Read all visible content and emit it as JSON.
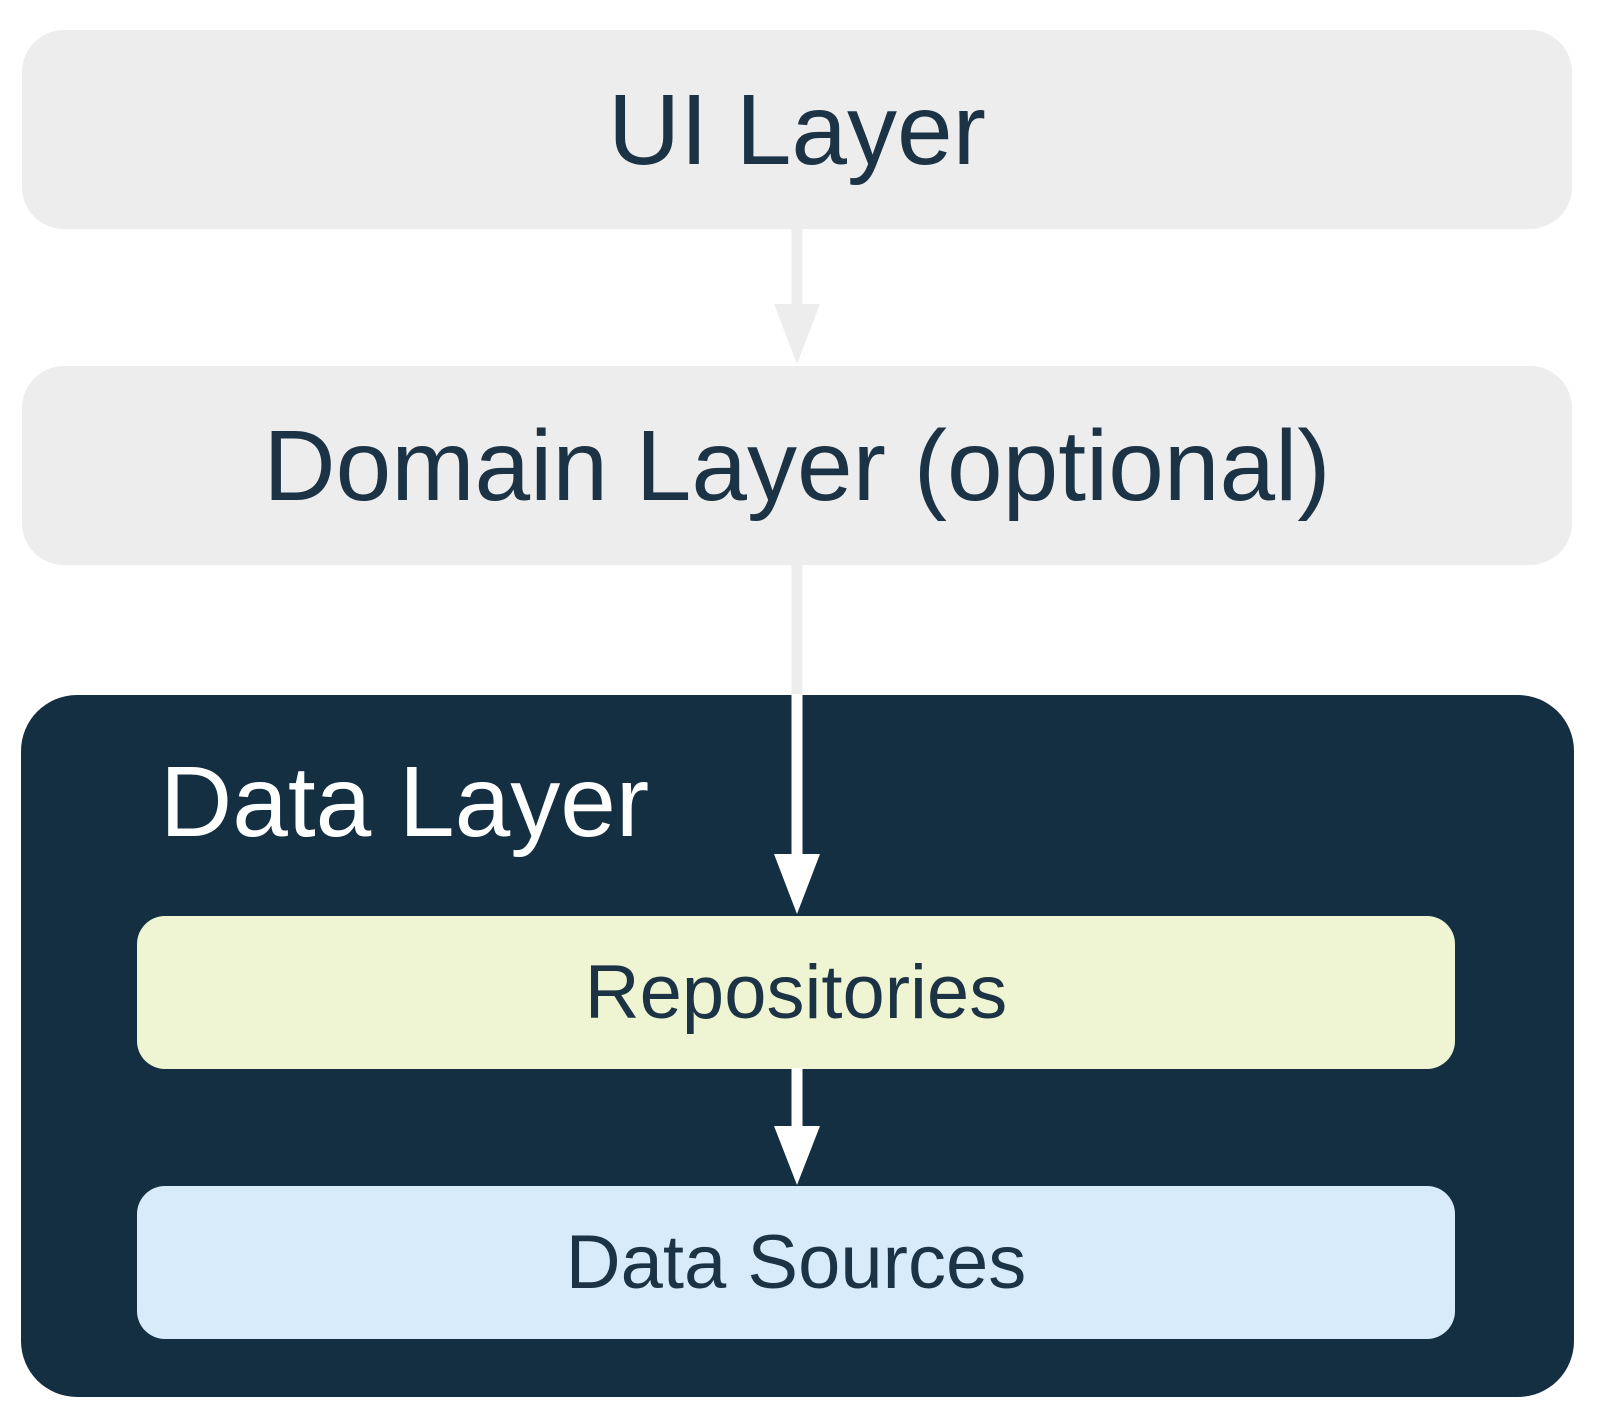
{
  "colors": {
    "background": "#ffffff",
    "layer_box_fill": "#ededee",
    "dark_box_fill": "#142f42",
    "text_dark": "#1b3345",
    "text_light": "#ffffff",
    "repositories_fill": "#eff5d2",
    "data_sources_fill": "#d8ebfb",
    "arrow_gray": "#ededee",
    "arrow_white": "#ffffff"
  },
  "nodes": {
    "ui_layer": {
      "label": "UI Layer"
    },
    "domain_layer": {
      "label": "Domain Layer (optional)"
    },
    "data_layer": {
      "label": "Data Layer"
    },
    "repositories": {
      "label": "Repositories"
    },
    "data_sources": {
      "label": "Data Sources"
    }
  },
  "edges": [
    {
      "from": "UI Layer",
      "to": "Domain Layer (optional)"
    },
    {
      "from": "Domain Layer (optional)",
      "to": "Repositories"
    },
    {
      "from": "Repositories",
      "to": "Data Sources"
    }
  ]
}
